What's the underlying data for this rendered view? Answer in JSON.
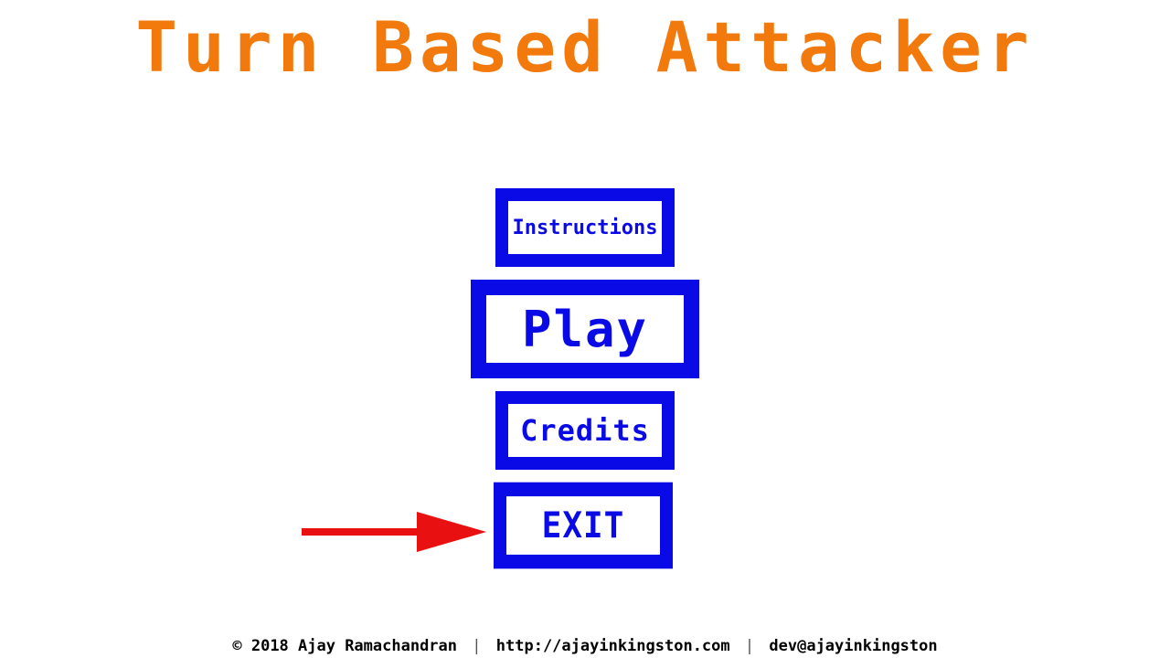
{
  "title": "Turn Based Attacker",
  "menu": {
    "instructions_label": "Instructions",
    "play_label": "Play",
    "credits_label": "Credits",
    "exit_label": "EXIT",
    "selected": "EXIT"
  },
  "footer": {
    "copyright": "© 2018 Ajay Ramachandran",
    "separator": "|",
    "website": "http://ajayinkingston.com",
    "email": "dev@ajayinkingston"
  },
  "colors": {
    "title": "#f27a0c",
    "button": "#0a0ae6",
    "arrow": "#e81010",
    "background": "#ffffff"
  },
  "icons": {
    "selector": "right-arrow-icon"
  }
}
